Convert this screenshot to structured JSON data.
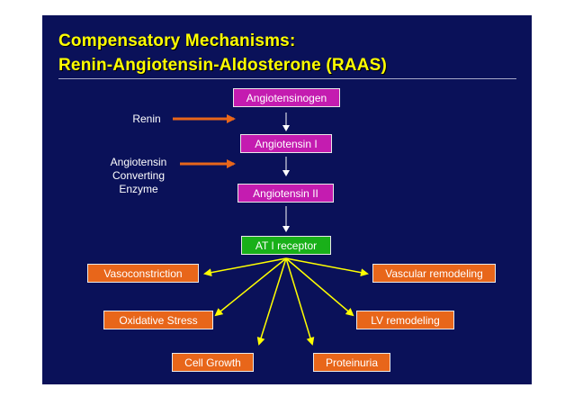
{
  "title": {
    "line1": "Compensatory Mechanisms:",
    "line2": "Renin-Angiotensin-Aldosterone (RAAS)"
  },
  "cascade": [
    "Angiotensinogen",
    "Angiotensin I",
    "Angiotensin II",
    "AT I receptor"
  ],
  "enzymes": {
    "renin": "Renin",
    "ace_lines": [
      "Angiotensin",
      "Converting",
      "Enzyme"
    ]
  },
  "effects": {
    "vasoconstriction": "Vasoconstriction",
    "vascular_remodeling": "Vascular remodeling",
    "oxidative_stress": "Oxidative Stress",
    "lv_remodeling": "LV remodeling",
    "cell_growth": "Cell Growth",
    "proteinuria": "Proteinuria"
  },
  "colors": {
    "background": "#0a1159",
    "title": "#ffff00",
    "cascade_box": "#c41cb0",
    "receptor_box": "#19b019",
    "effect_box": "#e8661a",
    "enzyme_arrow": "#e8661a",
    "effect_arrow": "#ffff00",
    "cascade_arrow": "#ffffff"
  }
}
